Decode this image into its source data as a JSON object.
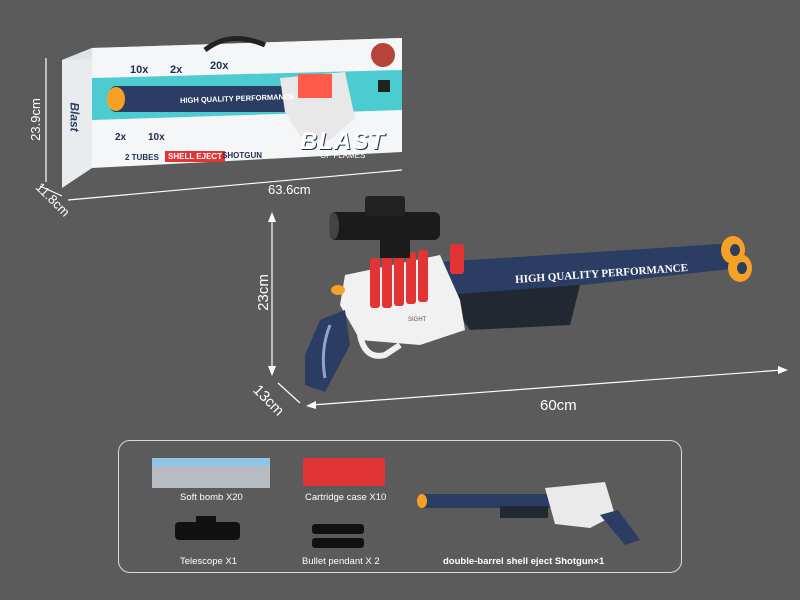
{
  "box": {
    "brand": "BLAST",
    "brand_sub": "OF FLAMES",
    "badges": [
      "10x",
      "2x",
      "20x"
    ],
    "lower_badges": [
      "2x",
      "10x"
    ],
    "features": [
      "2 TUBES",
      "SHELL EJECT",
      "SHOTGUN"
    ],
    "barrel_text": "HIGH QUALITY PERFORMANCE",
    "side_text": "Blast",
    "dims": {
      "height": "23.9cm",
      "depth": "11.8cm",
      "width": "63.6cm"
    }
  },
  "gun": {
    "barrel_text": "HIGH QUALITY PERFORMANCE",
    "sight_text": "SIGHT",
    "dims": {
      "height": "23cm",
      "depth": "13cm",
      "length": "60cm"
    }
  },
  "contents": [
    {
      "label": "Soft bomb X20"
    },
    {
      "label": "Cartridge case X10"
    },
    {
      "label": "Telescope X1"
    },
    {
      "label": "Bullet pendant X 2"
    },
    {
      "label": "double-barrel shell eject Shotgun×1"
    }
  ],
  "colors": {
    "background": "#5b5b5b",
    "navy": "#2b3d63",
    "orange": "#f4a126",
    "red": "#e23434",
    "white": "#f2f2f2"
  }
}
